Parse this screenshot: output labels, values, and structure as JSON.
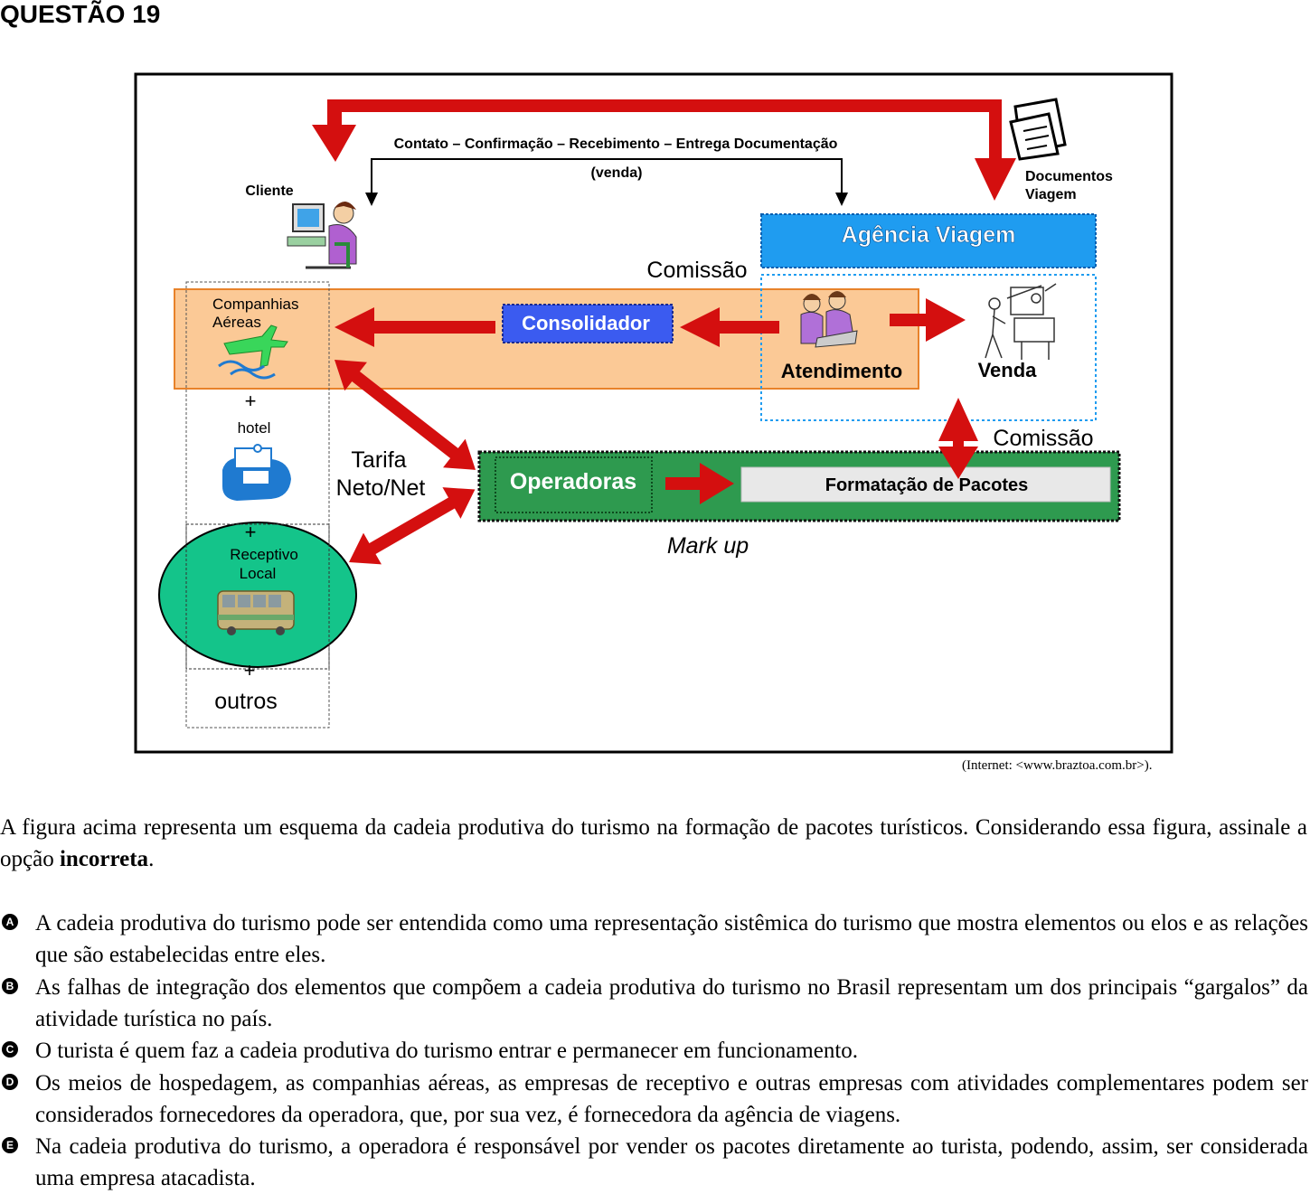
{
  "question": {
    "title": "QUESTÃO 19"
  },
  "diagram": {
    "top_label": "Contato – Confirmação – Recebimento – Entrega Documentação",
    "venda_paren": "(venda)",
    "cliente": "Cliente",
    "documentos_line1": "Documentos",
    "documentos_line2": "Viagem",
    "agencia": "Agência Viagem",
    "comissao_1": "Comissão",
    "companhias_line1": "Companhias",
    "companhias_line2": "Aéreas",
    "consolidador": "Consolidador",
    "atendimento": "Atendimento",
    "venda": "Venda",
    "plus_1": "+",
    "hotel": "hotel",
    "tarifa_line1": "Tarifa",
    "tarifa_line2": "Neto/Net",
    "operadoras": "Operadoras",
    "formatacao": "Formatação de  Pacotes",
    "comissao_2": "Comissão",
    "plus_2": "+",
    "receptivo_line1": "Receptivo",
    "receptivo_line2": "Local",
    "markup": "Mark up",
    "plus_3": "+",
    "outros": "outros",
    "colors": {
      "arrow_red": "#d40f0f",
      "agencia_blue": "#1f9cf0",
      "consolidador_blue": "#3b5bf0",
      "orange_band": "#fbc996",
      "operadoras_green": "#2e9a4f",
      "receptivo_green": "#14c48a"
    }
  },
  "source": "(Internet: <www.braztoa.com.br>).",
  "stem": {
    "text": "A figura acima representa um esquema da cadeia produtiva do turismo na formação de pacotes turísticos. Considerando essa figura, assinale a opção ",
    "bold": "incorreta",
    "end": "."
  },
  "options": [
    {
      "letter": "A",
      "text": "A cadeia produtiva do turismo pode ser entendida como uma representação sistêmica do turismo que mostra elementos ou elos e as relações que são estabelecidas entre eles."
    },
    {
      "letter": "B",
      "text": "As falhas de integração dos elementos que compõem a cadeia produtiva do turismo no Brasil representam um dos principais “gargalos” da atividade turística no país."
    },
    {
      "letter": "C",
      "text": "O turista é quem faz a cadeia produtiva do turismo entrar e permanecer em funcionamento."
    },
    {
      "letter": "D",
      "text": "Os meios de hospedagem, as companhias aéreas, as empresas de receptivo e outras empresas com atividades complementares podem ser considerados fornecedores da operadora, que, por sua vez, é fornecedora da agência de viagens."
    },
    {
      "letter": "E",
      "text": "Na cadeia produtiva do turismo, a operadora é responsável por vender os pacotes diretamente ao turista, podendo, assim, ser considerada uma empresa atacadista."
    }
  ]
}
